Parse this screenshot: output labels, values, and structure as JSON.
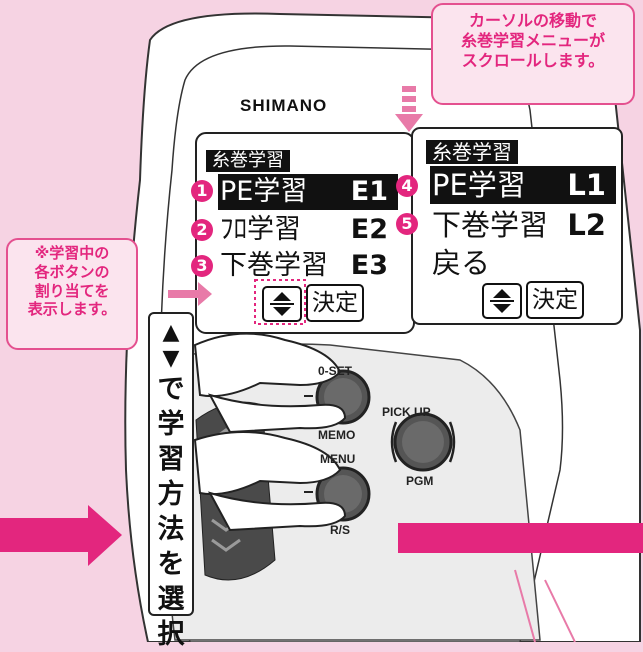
{
  "callouts": {
    "scroll_note": "カーソルの移動で\n糸巻学習メニューが\nスクロールします。",
    "assign_note": "※学習中の\n各ボタンの\n割り当てを\n表示します。"
  },
  "device": {
    "brand": "SHIMANO",
    "buttons": {
      "oset_label": "0-SET",
      "memo_label": "MEMO",
      "menu_label": "MENU",
      "rs_label": "R/S",
      "pickup_label": "PICK UP",
      "pgm_label": "PGM"
    }
  },
  "screen_left": {
    "title": "糸巻学習",
    "items": [
      {
        "num": "1",
        "label": "PE学習",
        "code": "E1"
      },
      {
        "num": "2",
        "label": "ﾌﾛ学習",
        "code": "E2"
      },
      {
        "num": "3",
        "label": "下巻学習",
        "code": "E3"
      }
    ],
    "footer_icon": "up-down-arrow-icon",
    "footer_label": "決定"
  },
  "screen_right": {
    "title": "糸巻学習",
    "items": [
      {
        "num": "4",
        "label": "PE学習",
        "code": "L1"
      },
      {
        "num": "5",
        "label": "下巻学習",
        "code": "L2"
      },
      {
        "num": "",
        "label": "戻る",
        "code": ""
      }
    ],
    "footer_icon": "up-down-arrow-icon",
    "footer_label": "決定"
  },
  "vertical_badge": {
    "text": "▲▼で学習方法を選択"
  },
  "colors": {
    "background": "#f6d3e3",
    "accent": "#e3267e",
    "device_body": "#ffffff"
  }
}
